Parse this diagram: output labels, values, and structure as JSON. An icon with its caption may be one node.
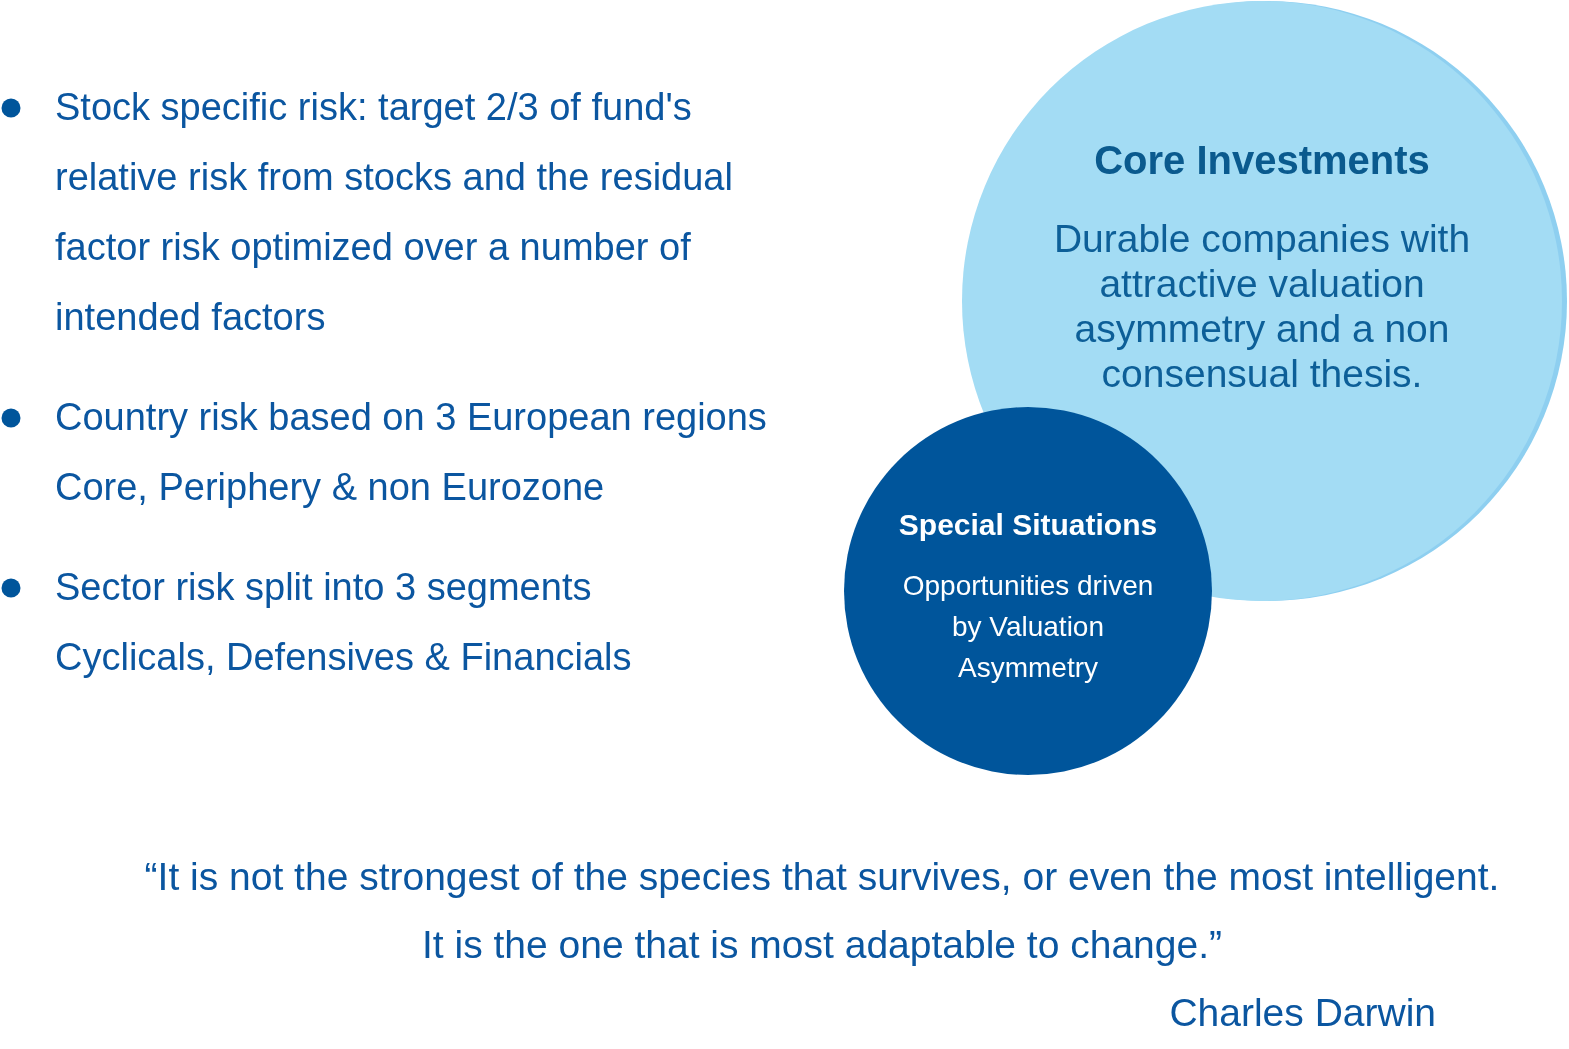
{
  "diagram": {
    "nodes": [
      {
        "text": [
          "Core Investments",
          "Durable companies with attractive valuation asymmetry and a non consensual thesis."
        ]
      },
      {
        "text": [
          "Special Situations",
          "Opportunities driven by Valuation Asymmetry"
        ]
      }
    ],
    "labels": [
      "Stock specific risk: target 2/3 of fund's relative risk from stocks and the residual factor risk optimized over a number of intended factors",
      "Country risk based on 3 European regions Core, Periphery & non Eurozone",
      "Sector risk split into 3 segments Cyclicals, Defensives & Financials",
      "“It is not the strongest of the species that survives, or even the most intelligent. It is the one that is most adaptable to change.”",
      "Charles Darwin"
    ]
  }
}
